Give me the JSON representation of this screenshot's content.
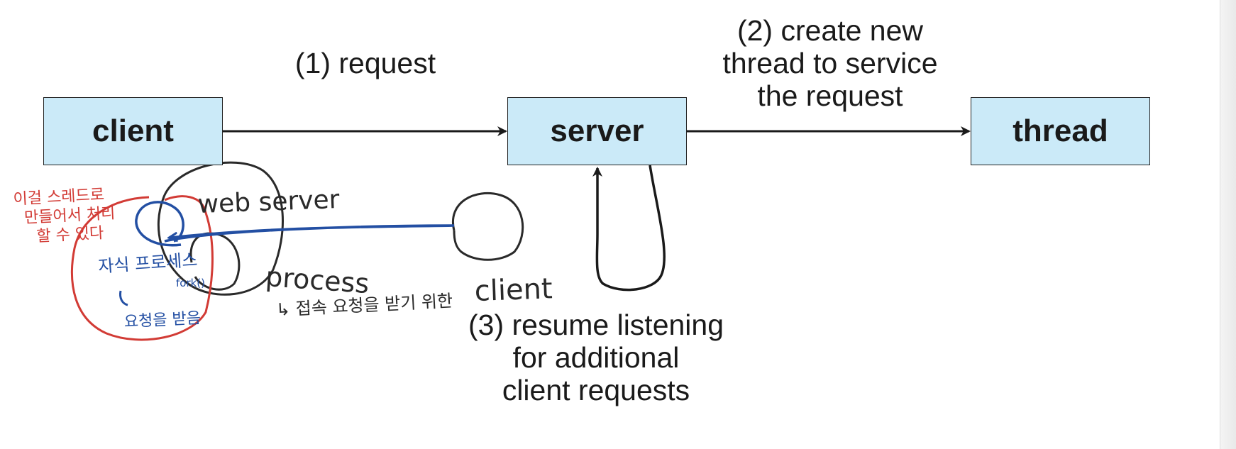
{
  "nodes": {
    "client": "client",
    "server": "server",
    "thread": "thread"
  },
  "labels": {
    "request": "(1) request",
    "create": [
      "(2) create new",
      "thread to service",
      "the request"
    ],
    "resume": [
      "(3) resume listening",
      "for additional",
      "client requests"
    ]
  },
  "annotations": {
    "red_note": [
      "이걸 스레드로",
      "만들어서 처리",
      "할 수 있다"
    ],
    "web_server": "web server",
    "process": "process",
    "process_sub": "↳ 접속 요청을 받기 위한",
    "client": "client",
    "blue_note": "자식 프로세스",
    "blue_small": "fork()",
    "blue_bottom": "요청을 받음"
  },
  "colors": {
    "box_fill": "#cbeaf8",
    "red_ink": "#d23b35",
    "blue_ink": "#234fa3",
    "black_ink": "#2a2a2a"
  }
}
